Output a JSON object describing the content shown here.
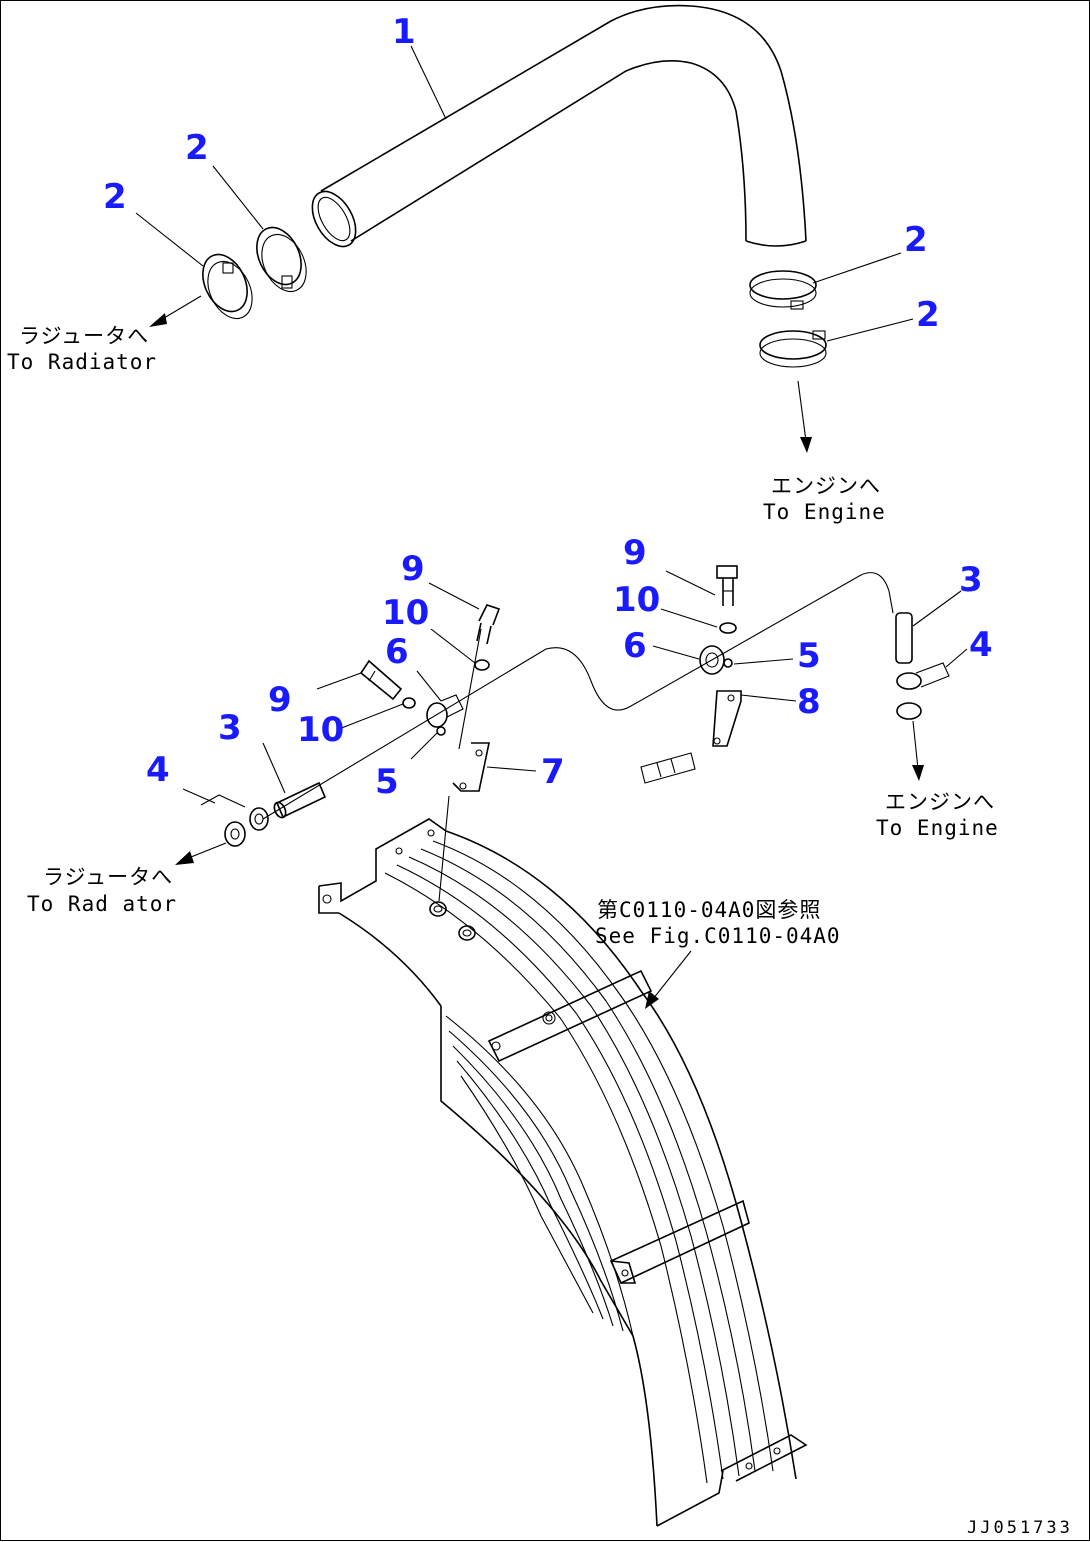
{
  "callouts": {
    "hose": "1",
    "clamp_a": "2",
    "clamp_b": "2",
    "clamp_c": "2",
    "clamp_d": "2",
    "hose_right": "3",
    "clamp_right": "4",
    "bolt_right": "9",
    "washer_right": "10",
    "clip_right": "6",
    "spacer_right": "5",
    "bracket_right": "8",
    "bolt_left_top": "9",
    "washer_left_top": "10",
    "clip_left": "6",
    "bolt_left": "9",
    "washer_left": "10",
    "hose_left": "3",
    "clamp_left": "4",
    "spacer_left": "5",
    "bracket_left": "7"
  },
  "labels": {
    "to_radiator_jp_upper": "ラジュータへ",
    "to_radiator_en_upper": "To Radiator",
    "to_engine_jp_upper": "エンジンへ",
    "to_engine_en_upper": "To Engine",
    "to_engine_jp_lower": "エンジンへ",
    "to_engine_en_lower": "To Engine",
    "to_radiator_jp_lower": "ラジュータへ",
    "to_radiator_en_lower": "To Rad ator",
    "see_fig_jp": "第C0110-04A0図参照",
    "see_fig_en": "See Fig.C0110-04A0"
  },
  "drawing_code": "JJ051733",
  "colors": {
    "callout": "#1a1aff",
    "line": "#000000"
  }
}
